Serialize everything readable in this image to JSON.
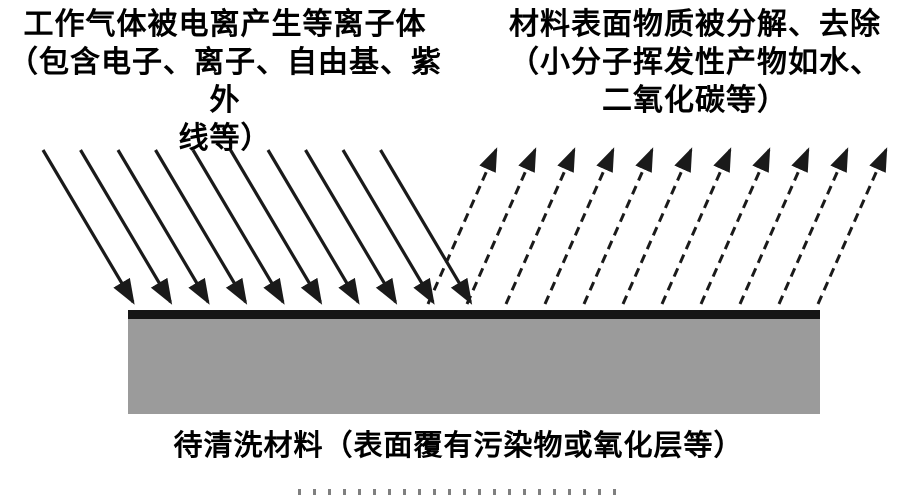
{
  "labels": {
    "plasma": {
      "lines": [
        "工作气体被电离产生等离子体",
        "（包含电子、离子、自由基、紫外",
        "线等）"
      ]
    },
    "products": {
      "lines": [
        "材料表面物质被分解、去除",
        "（小分子挥发性产物如水、",
        "二氧化碳等）"
      ]
    },
    "caption": "待清洗材料（表面覆有污染物或氧化层等）"
  },
  "arrows": {
    "incoming_style": "solid",
    "incoming_count": 10,
    "outgoing_style": "dashed",
    "outgoing_count": 11,
    "incoming_icon": "down-right-arrow-icon",
    "outgoing_icon": "up-right-dashed-arrow-icon"
  },
  "colors": {
    "arrow": "#1a1a1a",
    "substrate_fill": "#9b9b9b",
    "surface_layer": "#161616",
    "background": "#ffffff",
    "text": "#000000"
  }
}
